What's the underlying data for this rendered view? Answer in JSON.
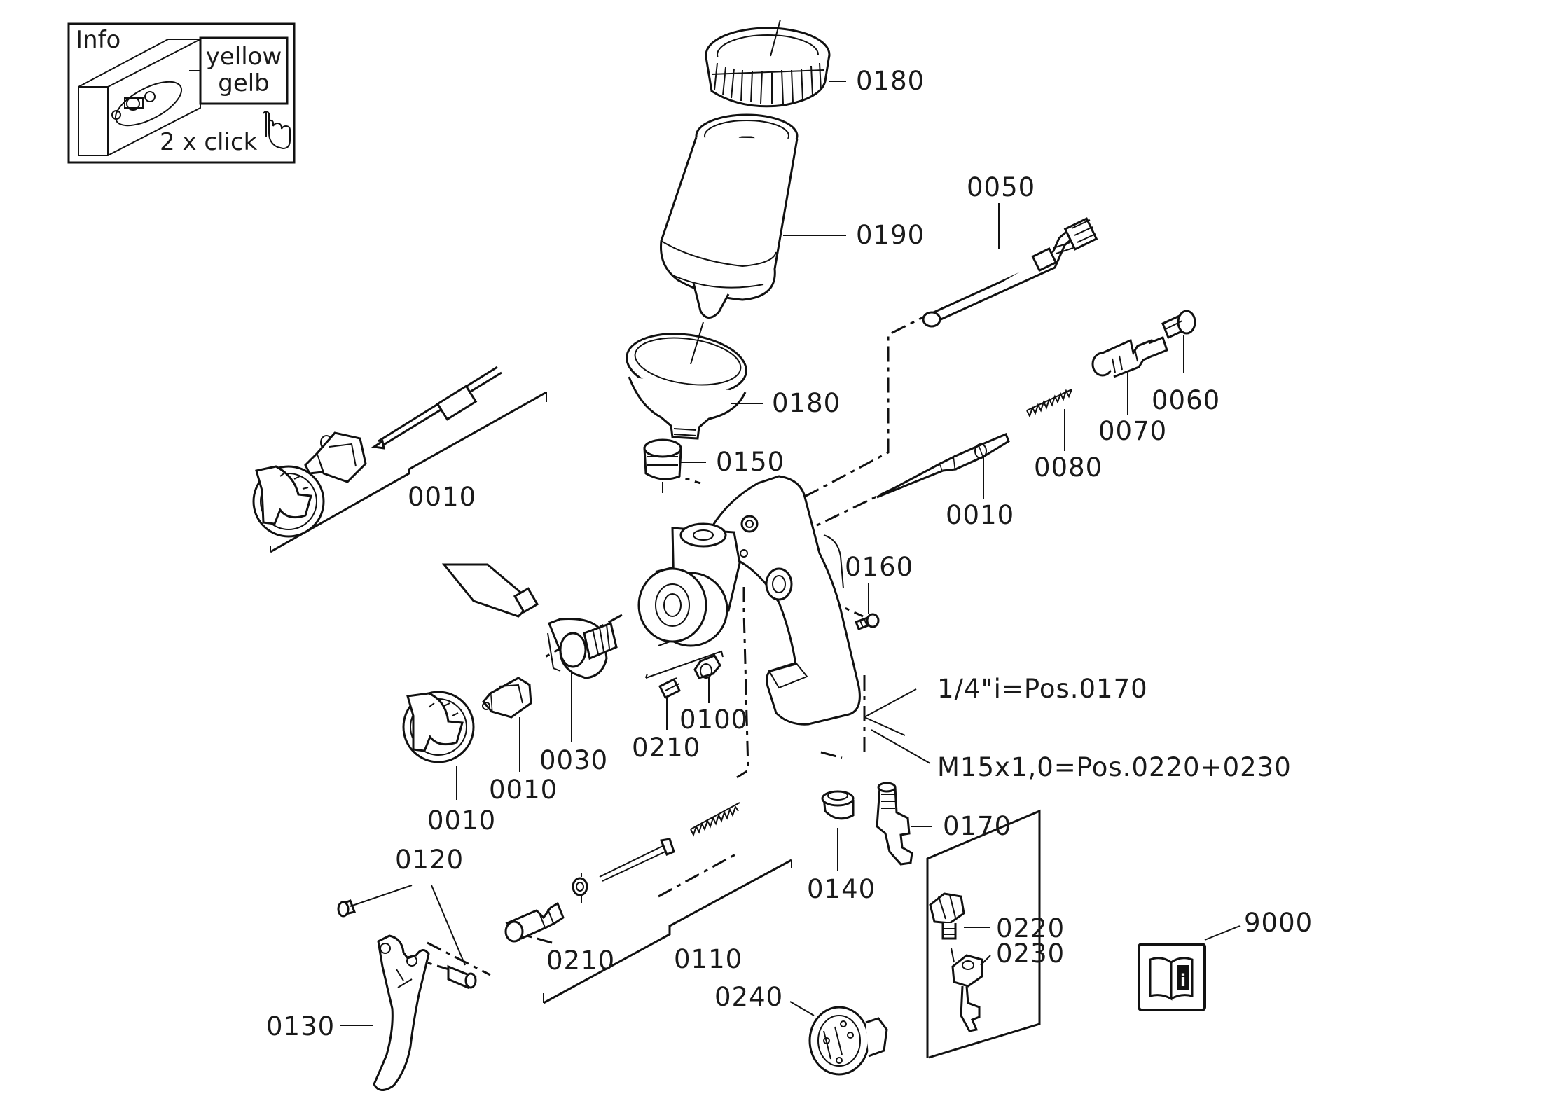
{
  "info_box": {
    "title": "Info",
    "color_en": "yellow",
    "color_de": "gelb",
    "action": "2 x click",
    "icons": [
      "pointing-hand-icon",
      "info-box-illustration"
    ]
  },
  "parts": {
    "p0180_ring": "0180",
    "p0190": "0190",
    "p0180_funnel": "0180",
    "p0150": "0150",
    "p0050": "0050",
    "p0060": "0060",
    "p0070": "0070",
    "p0080": "0080",
    "p0010_needle": "0010",
    "p0010_kit_top": "0010",
    "p0160": "0160",
    "p0100": "0100",
    "p0210_a": "0210",
    "p0030": "0030",
    "p0010_nozzle": "0010",
    "p0010_aircap": "0010",
    "p0120": "0120",
    "p0130": "0130",
    "p0210_b": "0210",
    "p0110": "0110",
    "p0140": "0140",
    "p0170": "0170",
    "p0220": "0220",
    "p0230": "0230",
    "p0240": "0240",
    "p9000": "9000"
  },
  "notes": {
    "thread_inner": "1/4\"i=Pos.0170",
    "thread_m15": "M15x1,0=Pos.0220+0230"
  },
  "icons": {
    "manual": "manual-info-icon"
  }
}
